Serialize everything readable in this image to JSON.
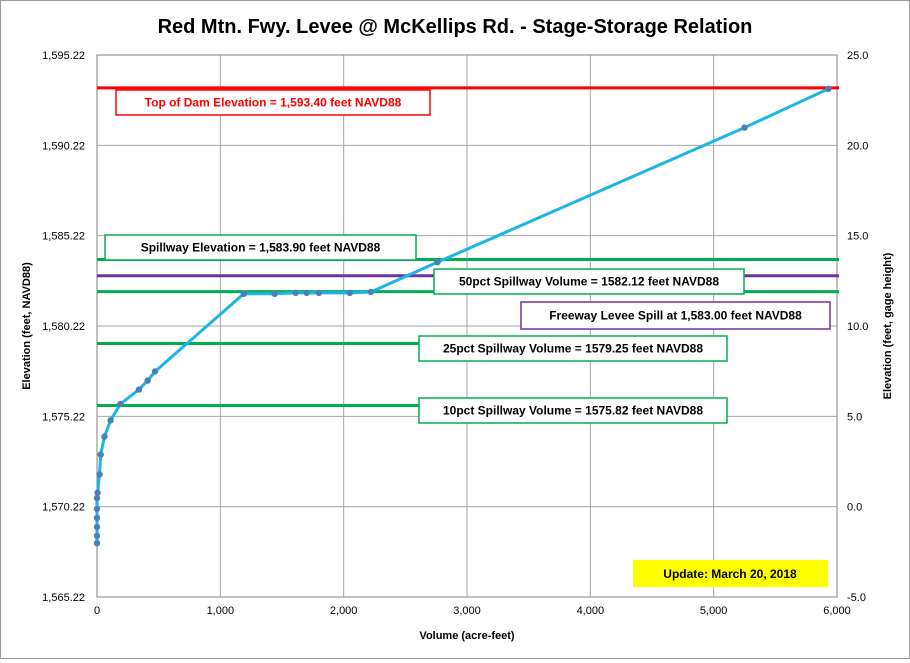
{
  "chart_data": {
    "type": "line",
    "title": "Red Mtn. Fwy. Levee @ McKellips Rd. - Stage-Storage Relation",
    "xlabel": "Volume (acre-feet)",
    "ylabel": "Elevation (feet, NAVD88)",
    "y2label": "Elevation (feet, gage height)",
    "xlim": [
      0,
      6000
    ],
    "ylim": [
      1565.22,
      1595.22
    ],
    "y2lim": [
      -5.0,
      25.0
    ],
    "x_ticks": [
      "0",
      "1,000",
      "2,000",
      "3,000",
      "4,000",
      "5,000",
      "6,000"
    ],
    "y_ticks": [
      "1,565.22",
      "1,570.22",
      "1,575.22",
      "1,580.22",
      "1,585.22",
      "1,590.22",
      "1,595.22"
    ],
    "y2_ticks": [
      "-5.0",
      "0.0",
      "5.0",
      "10.0",
      "15.0",
      "20.0",
      "25.0"
    ],
    "grid": true,
    "series": [
      {
        "color": "#1cb5e6",
        "marker_color": "#4a7fb8",
        "x": [
          0,
          0,
          0,
          0,
          0,
          0,
          5,
          20,
          30,
          60,
          110,
          190,
          340,
          410,
          470,
          1190,
          1440,
          1610,
          1700,
          1800,
          2050,
          2220,
          2760,
          5250,
          5930
        ],
        "y": [
          1568.2,
          1568.6,
          1569.1,
          1569.6,
          1570.1,
          1570.7,
          1571.0,
          1572.0,
          1573.1,
          1574.1,
          1575.0,
          1575.9,
          1576.7,
          1577.2,
          1577.7,
          1582.0,
          1582.0,
          1582.05,
          1582.05,
          1582.05,
          1582.05,
          1582.1,
          1583.75,
          1591.2,
          1593.35
        ]
      }
    ],
    "reference_lines": [
      {
        "y": 1593.4,
        "color": "#ff0000",
        "label": "Top of Dam Elevation = 1,593.40  feet NAVD88"
      },
      {
        "y": 1583.9,
        "color": "#00b050",
        "label": "Spillway Elevation = 1,583.90  feet NAVD88"
      },
      {
        "y": 1583.0,
        "color": "#7030a0",
        "label": "Freeway Levee Spill at 1,583.00  feet NAVD88"
      },
      {
        "y": 1582.12,
        "color": "#00b050",
        "label": "50pct Spillway Volume = 1582.12  feet NAVD88"
      },
      {
        "y": 1579.25,
        "color": "#00b050",
        "label": "25pct Spillway Volume = 1579.25  feet NAVD88"
      },
      {
        "y": 1575.82,
        "color": "#00b050",
        "label": "10pct Spillway Volume = 1575.82  feet NAVD88"
      }
    ],
    "annotations": [
      {
        "text": "Update: March 20, 2018",
        "background": "#ffff00"
      }
    ]
  }
}
